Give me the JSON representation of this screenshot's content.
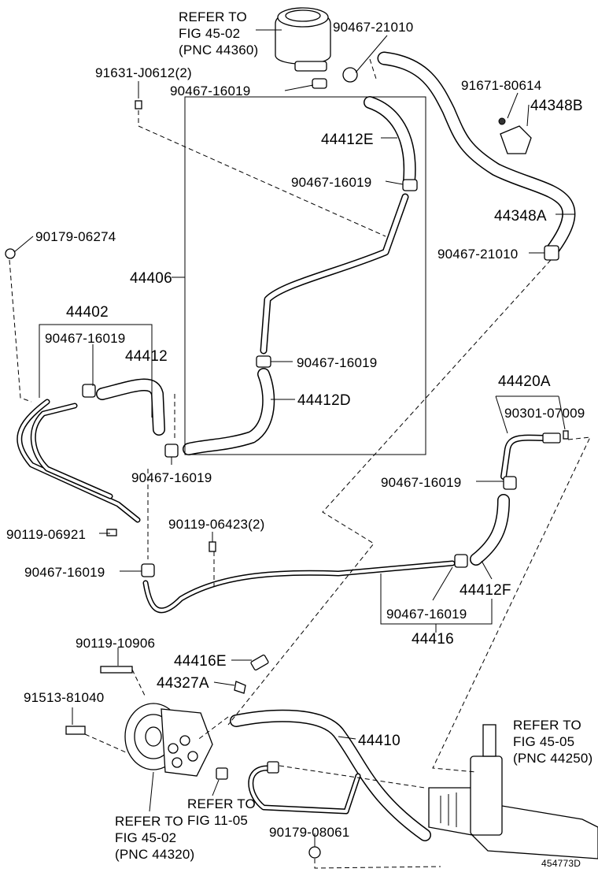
{
  "diagram_id": "454773D",
  "references": [
    {
      "line1": "REFER TO",
      "line2": "FIG 45-02",
      "line3": "(PNC 44360)"
    },
    {
      "line1": "REFER TO",
      "line2": "FIG 45-05",
      "line3": "(PNC 44250)"
    },
    {
      "line1": "REFER TO",
      "line2": "FIG 45-02",
      "line3": "(PNC 44320)"
    },
    {
      "line1": "REFER TO",
      "line2": "FIG 11-05",
      "line3": ""
    }
  ],
  "parts": {
    "p90467_21010_top": "90467-21010",
    "p91631_J0612": "91631-J0612(2)",
    "p90467_16019_top": "90467-16019",
    "p91671_80614": "91671-80614",
    "p44348B": "44348B",
    "p44412E": "44412E",
    "p90467_16019_a": "90467-16019",
    "p44348A": "44348A",
    "p90467_21010_mid": "90467-21010",
    "p90179_06274": "90179-06274",
    "p44406": "44406",
    "p44402": "44402",
    "p90467_16019_b": "90467-16019",
    "p44412": "44412",
    "p90467_16019_c": "90467-16019",
    "p44412D": "44412D",
    "p44420A": "44420A",
    "p90301_07009": "90301-07009",
    "p90467_16019_d": "90467-16019",
    "p90467_16019_e": "90467-16019",
    "p90119_06921": "90119-06921",
    "p90119_06423": "90119-06423(2)",
    "p90467_16019_f": "90467-16019",
    "p44412F": "44412F",
    "p90467_16019_g": "90467-16019",
    "p44416": "44416",
    "p90119_10906": "90119-10906",
    "p44416E": "44416E",
    "p44327A": "44327A",
    "p91513_81040": "91513-81040",
    "p44410": "44410",
    "p90179_08061": "90179-08061"
  }
}
